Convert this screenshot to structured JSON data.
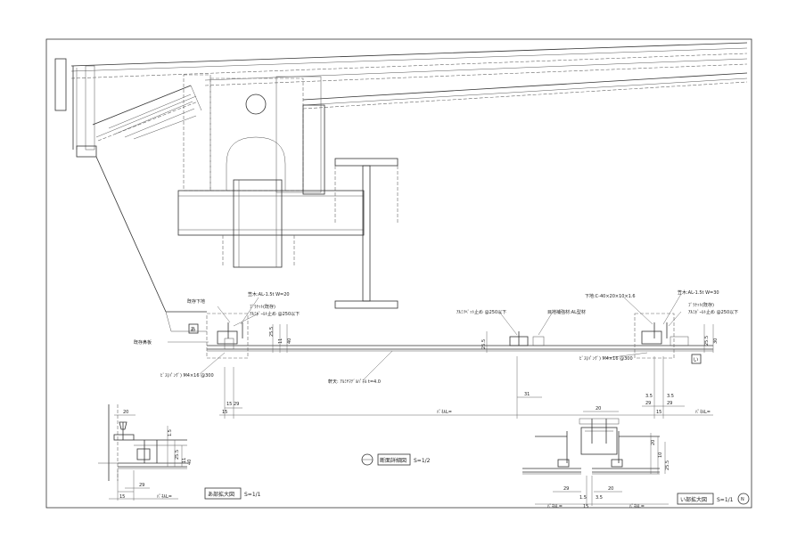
{
  "labels": {
    "frame_lower": "既存下地",
    "top_plate": "笠木:AL-1.5t W=20",
    "bracket_left": "ﾌﾞﾗｹｯﾄ(既存)",
    "bracket_left2": "ｱﾙﾐﾎﾞｰﾙﾄ止め @250以下",
    "existing_panel": "既存鼻板",
    "screw_left": "ﾋﾞｽ(ﾊﾟﾝｸﾞ) M4×16 @300",
    "soffit": "軒天: ｱﾙﾐﾔﾏﾃﾞﾙﾊﾟﾈﾙ t=4.0",
    "mid_screw": "ｱﾙﾐﾘﾍﾞｯﾄ止め @250以下",
    "mid_bar": "目地補強材:AL型材",
    "right_under": "下地:C-40×20×10×1.6",
    "right_plate": "笠木:AL-1.5t W=30",
    "bracket_right": "ﾌﾞﾗｹｯﾄ(既存)",
    "bracket_right2": "ｱﾙﾐﾎﾞｰﾙﾄ止め @250以下",
    "screw_right": "ﾋﾞｽ(ﾊﾟﾝｸﾞ) M4×16 @300",
    "tag_a": "あ",
    "tag_i": "い"
  },
  "dims": {
    "d15": "15",
    "d29": "29",
    "d31": "31",
    "d15b": "15",
    "d35": "3.5",
    "d40": "40",
    "d11": "11",
    "d25": "25.5",
    "d30": "30",
    "d1_5": "1.5",
    "d20": "20",
    "d20b": "20",
    "d29b": "29",
    "d10": "10",
    "length": "ﾊﾟﾈﾙL="
  },
  "titles": {
    "main": "断面詳細図",
    "main_scale": "S=1/2",
    "detail_a": "あ部拡大図",
    "detail_a_scale": "S=1/1",
    "detail_i": "い部拡大図",
    "detail_i_scale": "S=1/1"
  },
  "north": "N"
}
